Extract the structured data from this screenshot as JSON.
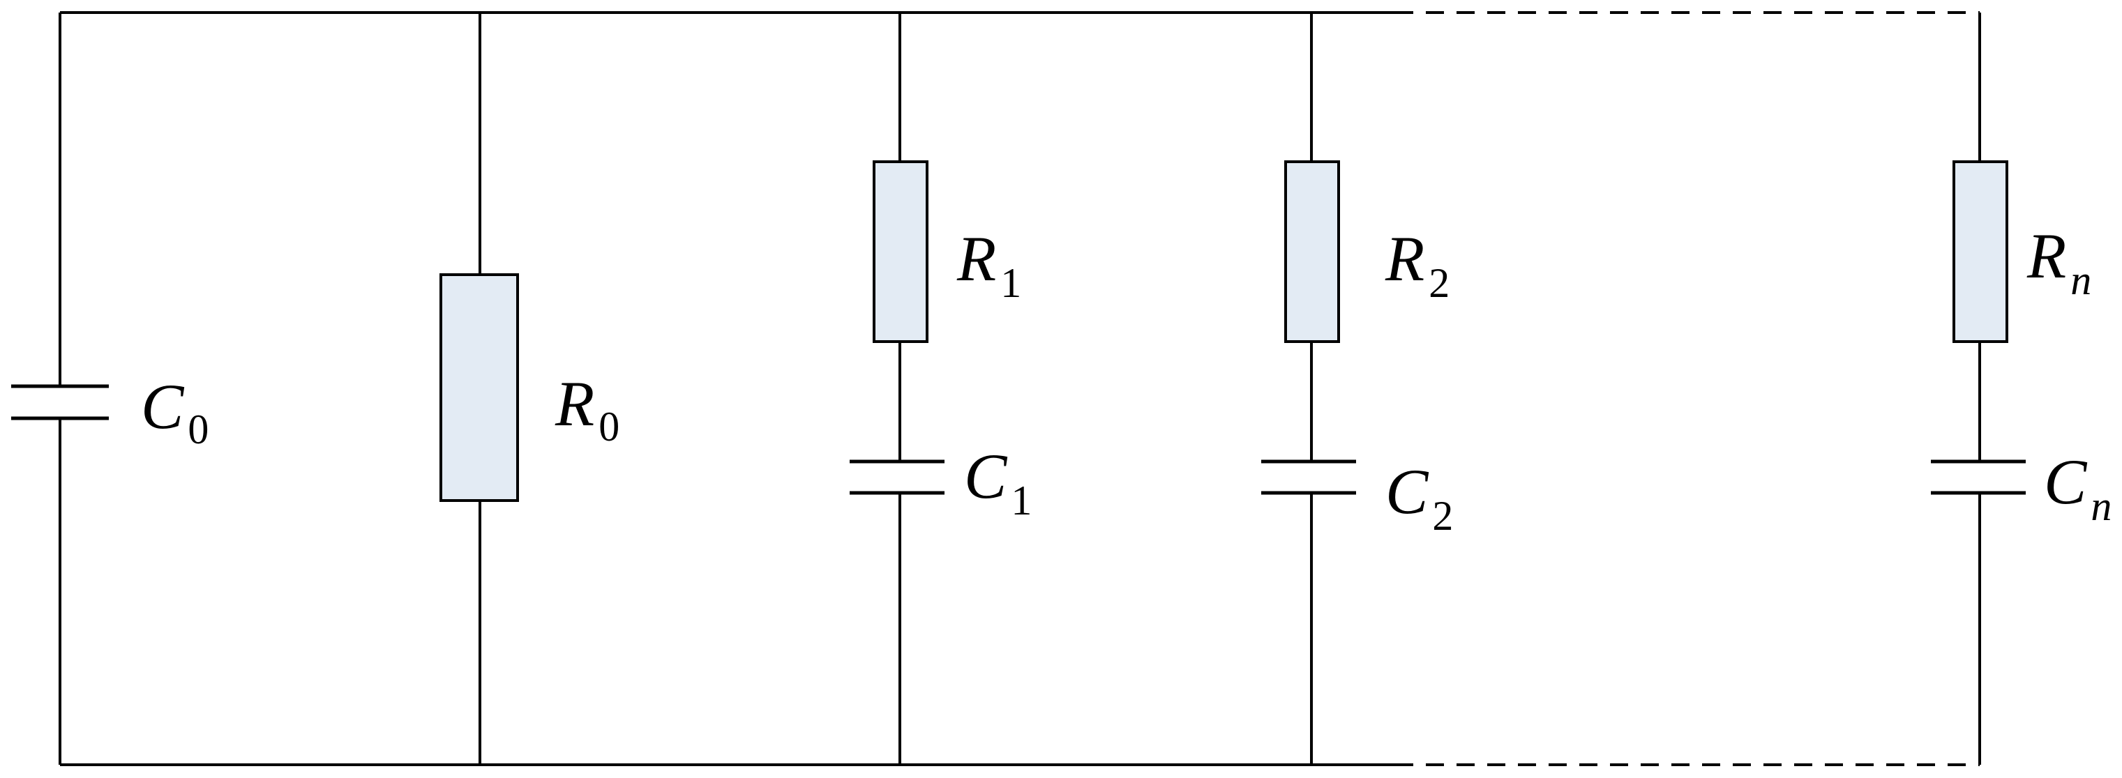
{
  "components": {
    "c0": {
      "symbol": "C",
      "subscript": "0"
    },
    "r0": {
      "symbol": "R",
      "subscript": "0"
    },
    "r1": {
      "symbol": "R",
      "subscript": "1"
    },
    "c1": {
      "symbol": "C",
      "subscript": "1"
    },
    "r2": {
      "symbol": "R",
      "subscript": "2"
    },
    "c2": {
      "symbol": "C",
      "subscript": "2"
    },
    "rn": {
      "symbol": "R",
      "subscript": "n"
    },
    "cn": {
      "symbol": "C",
      "subscript": "n"
    }
  },
  "colors": {
    "resistor_fill": "#e3ebf4",
    "wire": "#000000"
  }
}
